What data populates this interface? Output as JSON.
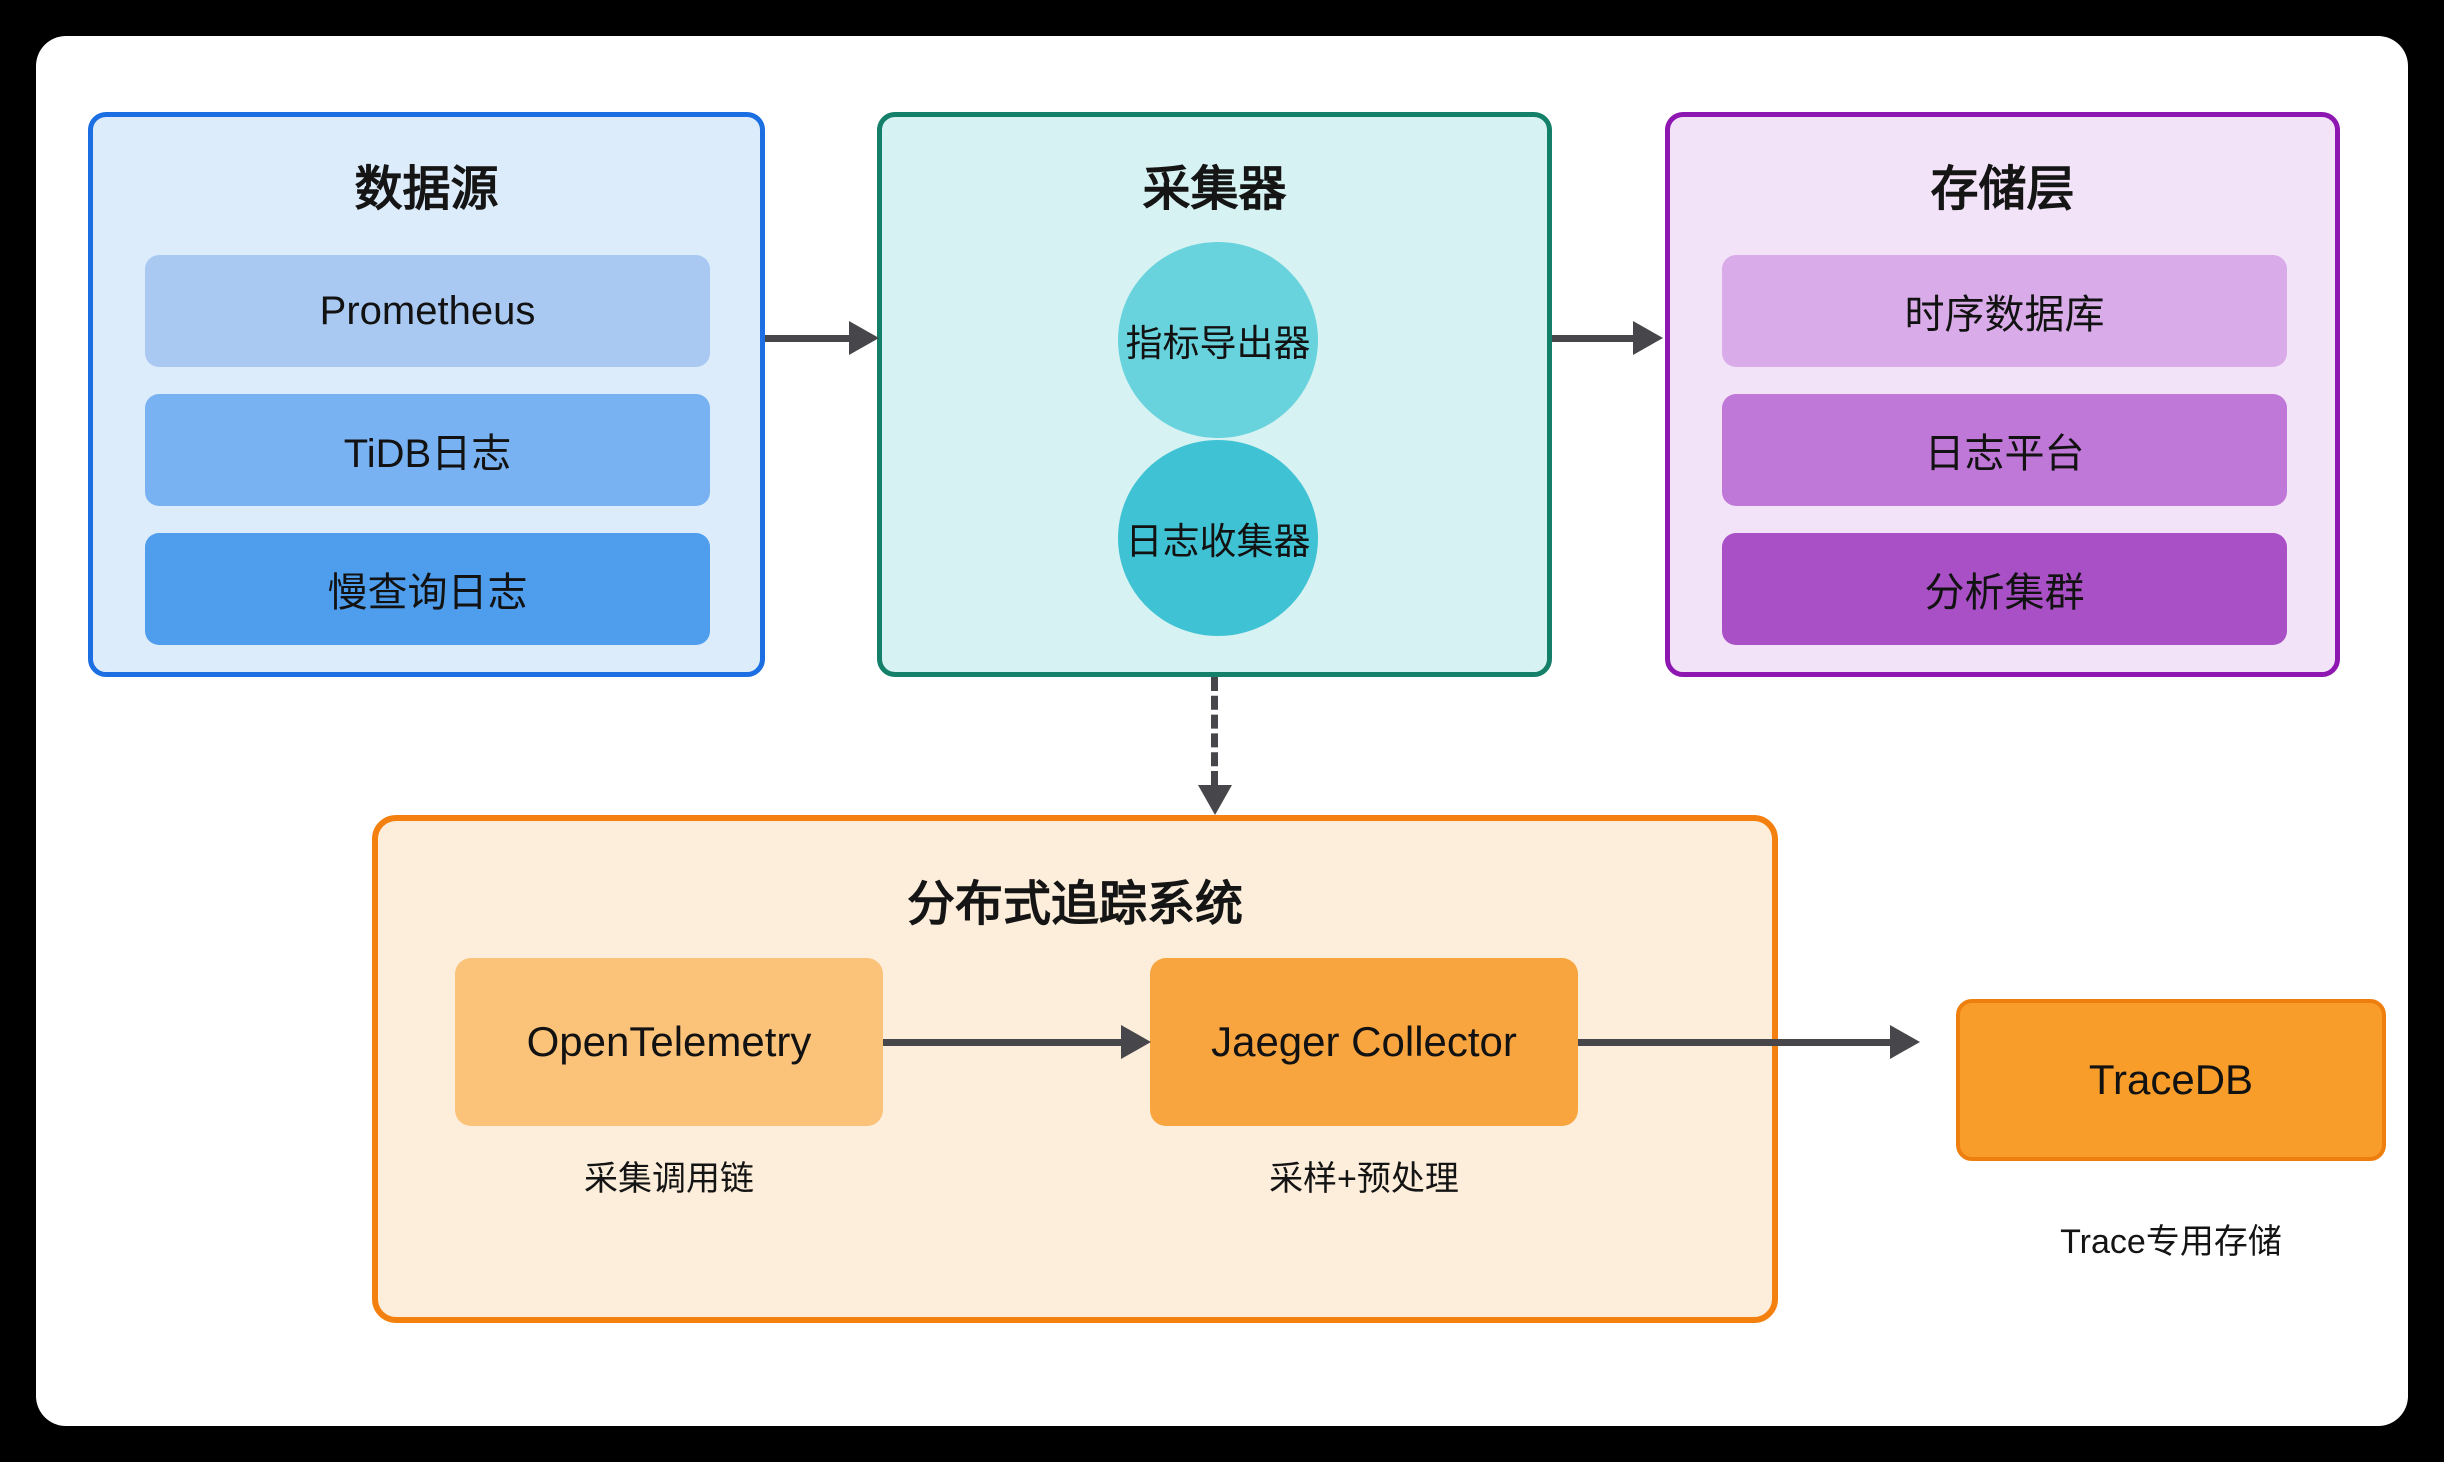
{
  "sources": {
    "title": "数据源",
    "rows": [
      "Prometheus",
      "TiDB日志",
      "慢查询日志"
    ]
  },
  "collector": {
    "title": "采集器",
    "nodes": [
      "指标导出器",
      "日志收集器"
    ]
  },
  "storage": {
    "title": "存储层",
    "rows": [
      "时序数据库",
      "日志平台",
      "分析集群"
    ]
  },
  "tracing": {
    "title": "分布式追踪系统",
    "nodes": [
      {
        "label": "OpenTelemetry",
        "caption": "采集调用链"
      },
      {
        "label": "Jaeger Collector",
        "caption": "采样+预处理"
      }
    ]
  },
  "tracedb": {
    "label": "TraceDB",
    "caption": "Trace专用存储"
  },
  "colors": {
    "sources_border": "#1c6fe2",
    "sources_fill": "#ddecfb",
    "sources_rows": [
      "#a9c9f3",
      "#79b2f3",
      "#4f9ded"
    ],
    "collector_border": "#15806a",
    "collector_fill": "#d7f2f2",
    "collector_nodes": [
      "#68d3dd",
      "#3fc3d4"
    ],
    "storage_border": "#8d17b0",
    "storage_fill": "#f2e3f9",
    "storage_rows": [
      "#d9ace9",
      "#c078d8",
      "#a950c6"
    ],
    "tracing_border": "#f3800f",
    "tracing_fill": "#fdeedb",
    "tracing_nodes": [
      "#fbc379",
      "#f8a540"
    ],
    "tracedb_fill": "#f89d2a",
    "tracedb_border": "#ee7f0e",
    "arrow": "#47474b"
  }
}
